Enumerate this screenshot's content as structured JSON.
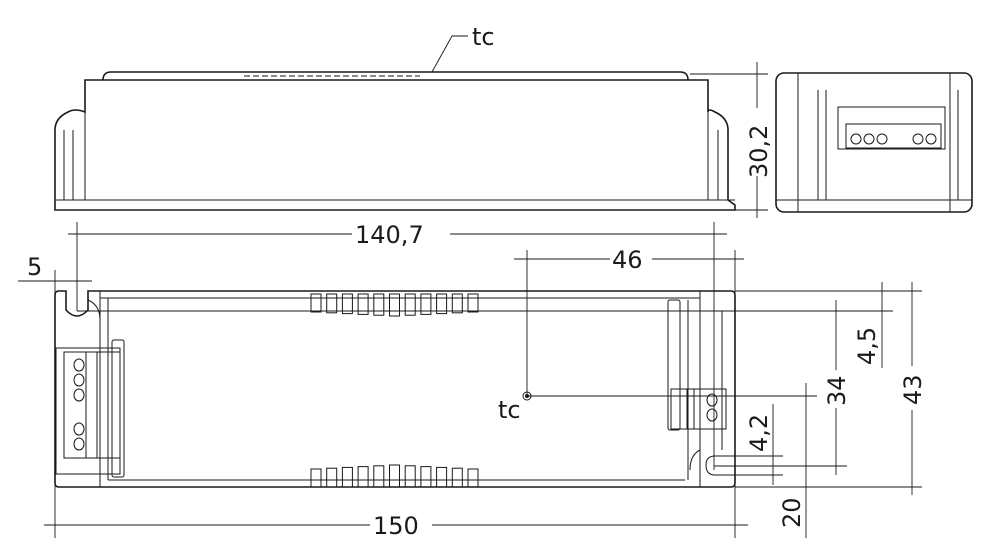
{
  "drawing": {
    "labels": {
      "tc_front": "tc",
      "tc_top": "tc",
      "height": "30,2",
      "mount_spacing": "140,7",
      "hole_offset": "5",
      "tc_x": "46",
      "length": "150",
      "width": "43",
      "slot_top": "4,5",
      "tc_y": "34",
      "slot_width": "4,2",
      "slot_y": "20"
    },
    "colors": {
      "line": "#1a1a1a",
      "background": "#ffffff"
    }
  }
}
